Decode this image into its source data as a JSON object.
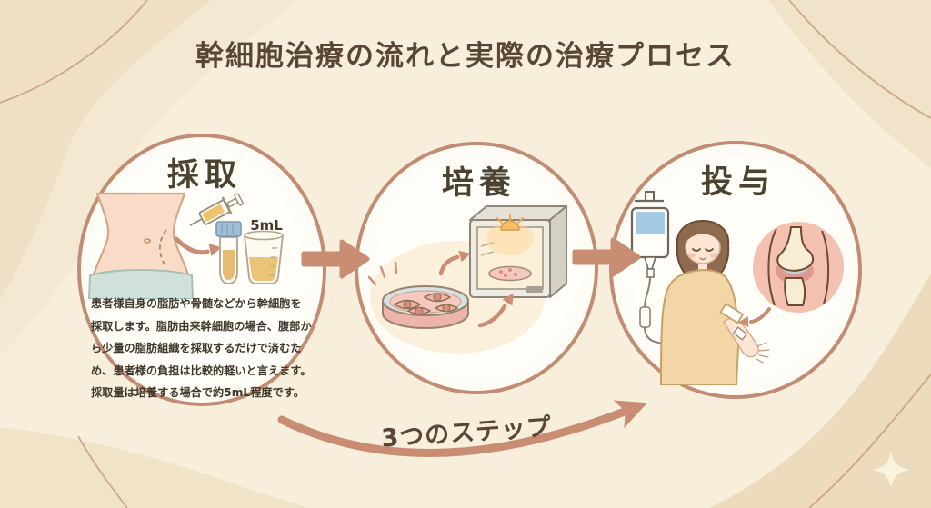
{
  "title": "幹細胞治療の流れと実際の治療プロセス",
  "steps": [
    {
      "id": "collection",
      "label": "採取",
      "description": "患者様自身の脂肪や骨髄などから幹細胞を\n採取します。脂肪由来幹細胞の場合、腹部か\nら少量の脂肪組織を採取するだけで済むた\nめ、患者様の負担は比較的軽いと言えます。\n採取量は培養する場合で約5mL程度です。",
      "sample_volume_label": "5mL"
    },
    {
      "id": "culture",
      "label": "培養"
    },
    {
      "id": "administration",
      "label": "投与"
    }
  ],
  "footer": {
    "steps_label": "3つのステップ"
  },
  "colors": {
    "background": "#f7efdc",
    "blob": "#efe1c5",
    "blob_dark": "#ecdbbc",
    "circle_border": "#c28b73",
    "arrow": "#c98d74",
    "title_text": "#5a4733",
    "step_label_text": "#4c4230",
    "body_text": "#3f372a"
  }
}
